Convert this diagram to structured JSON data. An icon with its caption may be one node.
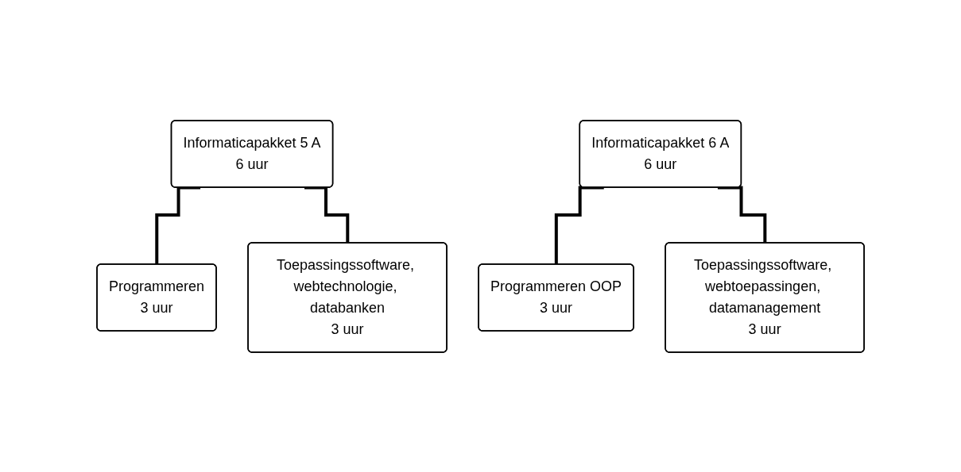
{
  "diagram": {
    "nodes": [
      {
        "text": [
          "Informaticapakket 5 A",
          "6 uur"
        ]
      },
      {
        "text": [
          "Programmeren",
          "3 uur"
        ]
      },
      {
        "text": [
          "Toepassingssoftware, webtechnologie, databanken",
          "3 uur"
        ]
      },
      {
        "text": [
          "Informaticapakket 6 A",
          "6 uur"
        ]
      },
      {
        "text": [
          "Programmeren OOP",
          "3 uur"
        ]
      },
      {
        "text": [
          "Toepassingssoftware, webtoepassingen, datamanagement",
          "3 uur"
        ]
      }
    ],
    "edges": [
      {
        "from": 0,
        "to": 1,
        "arrow": "none"
      },
      {
        "from": 0,
        "to": 2,
        "arrow": "none"
      },
      {
        "from": 3,
        "to": 4,
        "arrow": "none"
      },
      {
        "from": 3,
        "to": 5,
        "arrow": "none"
      }
    ]
  }
}
